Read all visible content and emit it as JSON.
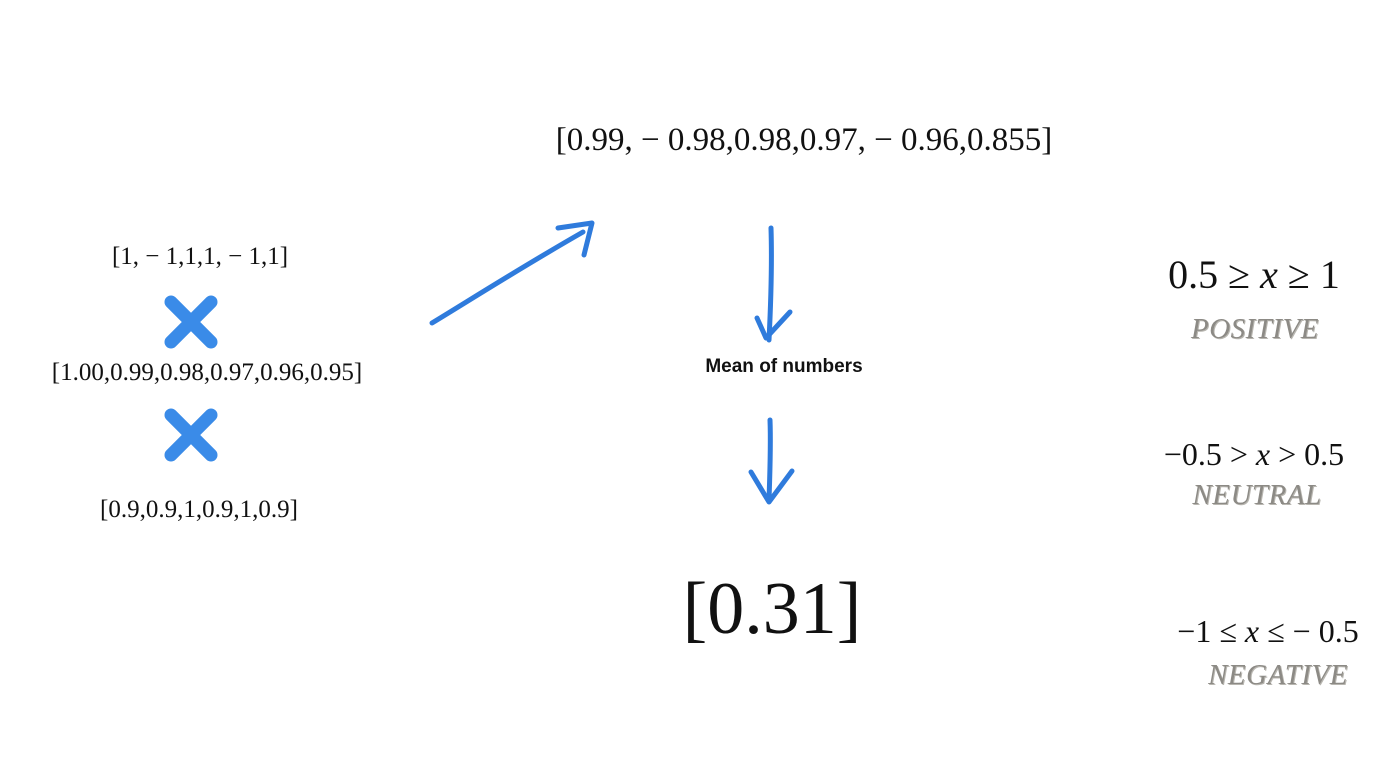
{
  "inputs": {
    "vector_a": "[1, − 1,1,1, − 1,1]",
    "vector_b": "[1.00,0.99,0.98,0.97,0.96,0.95]",
    "vector_c": "[0.9,0.9,1,0.9,1,0.9]",
    "operator_icon": "multiply-cross-icon",
    "accent_color": "#2f7bdc",
    "cross_color": "#3a8be8"
  },
  "product_vector": "[0.99, − 0.98,0.98,0.97, − 0.96,0.855]",
  "step_label": "Mean of numbers",
  "result": "[0.31]",
  "classes": [
    {
      "condition_left": "0.5 ≥ ",
      "var": "x",
      "condition_right": " ≥ 1",
      "label": "POSITIVE"
    },
    {
      "condition_left": "−0.5 > ",
      "var": "x",
      "condition_right": " > 0.5",
      "label": "NEUTRAL"
    },
    {
      "condition_left": "−1 ≤ ",
      "var": "x",
      "condition_right": " ≤ − 0.5",
      "label": "NEGATIVE"
    }
  ]
}
